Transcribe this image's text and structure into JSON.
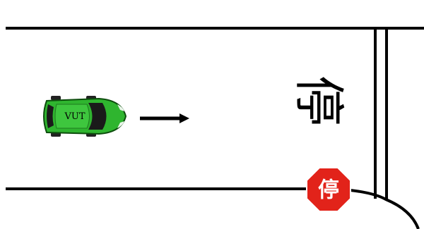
{
  "scene": {
    "vehicle": {
      "label": "VUT",
      "color": "#2fb52f"
    },
    "road_marking": {
      "text": "停"
    },
    "stop_sign": {
      "text": "停",
      "color": "#e2231a"
    }
  }
}
